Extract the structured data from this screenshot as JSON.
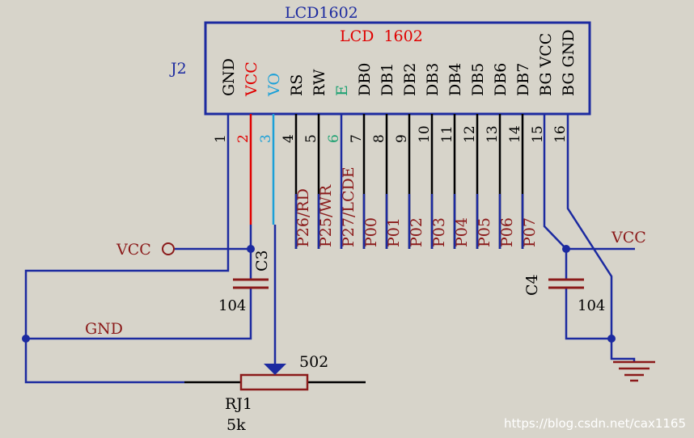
{
  "component": {
    "part_name": "LCD1602",
    "designator": "J2",
    "body_label": "LCD  1602"
  },
  "pins": [
    {
      "number": "1",
      "name": "GND",
      "net": "",
      "color": "#000000"
    },
    {
      "number": "2",
      "name": "VCC",
      "net": "",
      "color": "#e00000"
    },
    {
      "number": "3",
      "name": "VO",
      "net": "",
      "color": "#1aa0d8"
    },
    {
      "number": "4",
      "name": "RS",
      "net": "P26/RD",
      "color": "#000000"
    },
    {
      "number": "5",
      "name": "RW",
      "net": "P25/WR",
      "color": "#000000"
    },
    {
      "number": "6",
      "name": "E",
      "net": "P27/LCDE",
      "color": "#1aa070"
    },
    {
      "number": "7",
      "name": "DB0",
      "net": "P00",
      "color": "#000000"
    },
    {
      "number": "8",
      "name": "DB1",
      "net": "P01",
      "color": "#000000"
    },
    {
      "number": "9",
      "name": "DB2",
      "net": "P02",
      "color": "#000000"
    },
    {
      "number": "10",
      "name": "DB3",
      "net": "P03",
      "color": "#000000"
    },
    {
      "number": "11",
      "name": "DB4",
      "net": "P04",
      "color": "#000000"
    },
    {
      "number": "12",
      "name": "DB5",
      "net": "P05",
      "color": "#000000"
    },
    {
      "number": "13",
      "name": "DB6",
      "net": "P06",
      "color": "#000000"
    },
    {
      "number": "14",
      "name": "DB7",
      "net": "P07",
      "color": "#000000"
    },
    {
      "number": "15",
      "name": "BG VCC",
      "net": "",
      "color": "#000000"
    },
    {
      "number": "16",
      "name": "BG GND",
      "net": "",
      "color": "#000000"
    }
  ],
  "labels": {
    "vcc_left": "VCC",
    "vcc_right": "VCC",
    "gnd_net": "GND",
    "c3_name": "C3",
    "c3_value": "104",
    "c4_name": "C4",
    "c4_value": "104",
    "pot_name": "RJ1",
    "pot_value": "5k",
    "pot_marking": "502"
  },
  "watermark": "https://blog.csdn.net/cax1165",
  "colors": {
    "background": "#d7d4ca",
    "wire": "#1c2aa0",
    "component": "#8b1a1a",
    "designator_text": "#1c2aa0",
    "net_text": "#8b1a1a",
    "body_label": "#e00000",
    "pin_name": "#000000",
    "junction": "#1c2aa0",
    "vcc_pin_wire": "#e00000",
    "vo_pin_wire": "#1aa0d8"
  }
}
